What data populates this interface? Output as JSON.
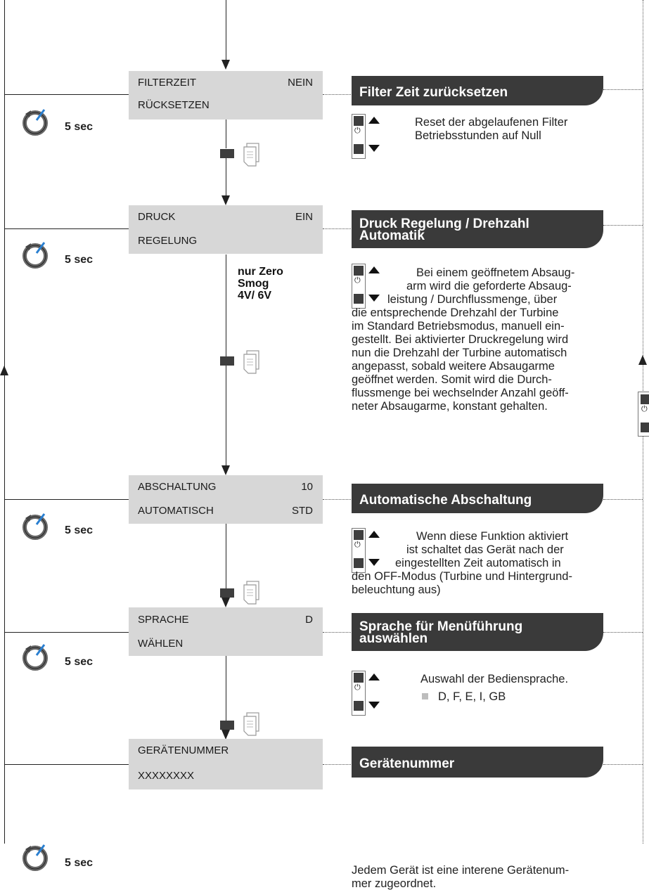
{
  "screens": [
    {
      "line1_left": "FILTERZEIT",
      "line1_right": "NEIN",
      "line2_left": "RÜCKSETZEN",
      "line2_right": ""
    },
    {
      "line1_left": "DRUCK",
      "line1_right": "EIN",
      "line2_left": "REGELUNG",
      "line2_right": ""
    },
    {
      "line1_left": "ABSCHALTUNG",
      "line1_right": "10",
      "line2_left": "AUTOMATISCH",
      "line2_right": "STD"
    },
    {
      "line1_left": "SPRACHE",
      "line1_right": "D",
      "line2_left": "WÄHLEN",
      "line2_right": ""
    },
    {
      "line1_left": "GERÄTENUMMER",
      "line1_right": "",
      "line2_left": "XXXXXXXX",
      "line2_right": ""
    }
  ],
  "timer_label": "5 sec",
  "sections": [
    {
      "title_lines": [
        "Filter Zeit zurücksetzen"
      ],
      "desc_lines": [
        "Reset der abgelaufenen Filter",
        "Betriebsstunden auf Null"
      ]
    },
    {
      "title_lines": [
        "Druck Regelung / Drehzahl",
        "Automatik"
      ],
      "desc_lines": [
        "Bei einem geöffnetem Absaug-",
        "arm wird die geforderte Absaug-",
        "leistung / Durchflussmenge, über",
        "die entsprechende Drehzahl der Turbine",
        "im Standard Betriebsmodus, manuell ein-",
        "gestellt. Bei aktivierter Druckregelung wird",
        "nun die Drehzahl der Turbine automatisch",
        "angepasst, sobald weitere Absaugarme",
        "geöffnet werden. Somit wird die Durch-",
        "flussmenge bei wechselnder Anzahl geöff-",
        "neter Absaugarme, konstant gehalten."
      ]
    },
    {
      "title_lines": [
        "Automatische Abschaltung"
      ],
      "desc_lines": [
        "Wenn diese Funktion aktiviert",
        "ist schaltet das Gerät nach der",
        "eingestellten Zeit automatisch in",
        "den OFF-Modus (Turbine und Hintergrund-",
        "beleuchtung aus)"
      ]
    },
    {
      "title_lines": [
        "Sprache für Menüführung",
        "auswählen"
      ],
      "desc_lines": [
        "Auswahl der Bediensprache.",
        "D, F, E, I, GB"
      ]
    },
    {
      "title_lines": [
        "Gerätenummer"
      ],
      "desc_lines": [
        "Jedem Gerät ist eine interene Gerätenum-",
        "mer zugeordnet."
      ]
    }
  ],
  "model_note_lines": [
    "nur Zero",
    "Smog",
    "4V/ 6V"
  ],
  "icons": {
    "timer": "rotate-timer-icon",
    "enter": "enter-button-icon",
    "doc": "document-icon",
    "power": "power-icon"
  }
}
